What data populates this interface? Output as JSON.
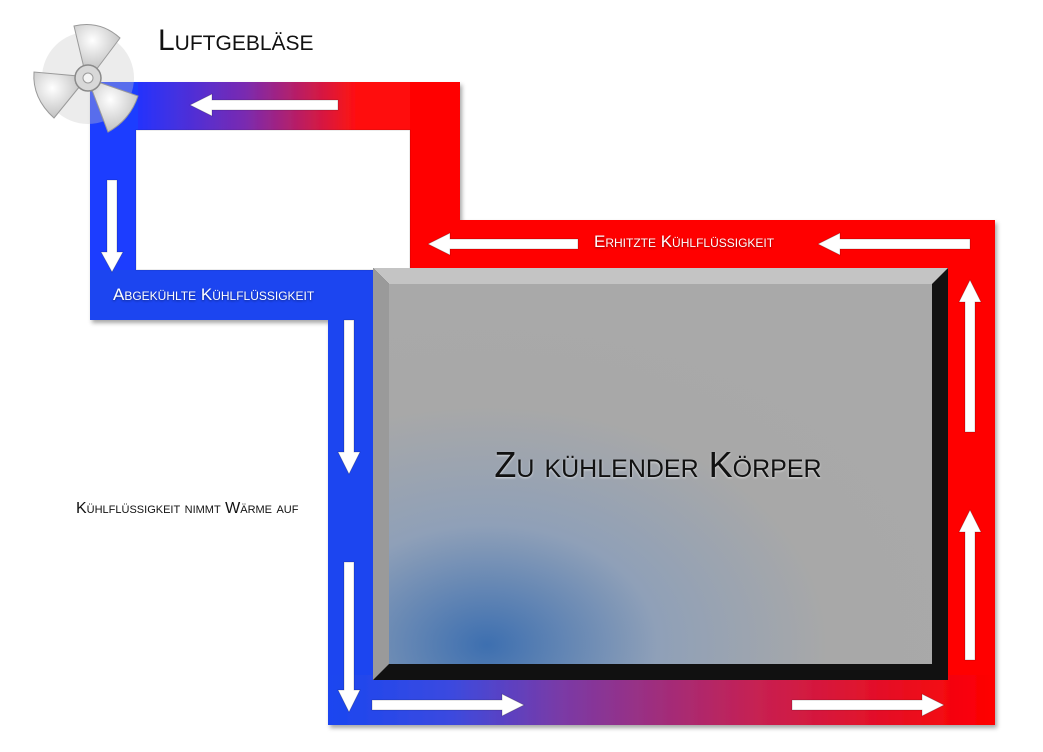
{
  "labels": {
    "fan": "Luftgebläse",
    "heated_coolant": "Erhitzte Kühlflüssigkeit",
    "cooled_coolant": "Abgekühlte Kühlflüssigkeit",
    "absorbs_heat": "Kühlflüssigkeit nimmt Wärme auf",
    "body": "Zu kühlender Körper"
  },
  "colors": {
    "hot": "#ff0000",
    "cold": "#1a3cff",
    "body_gray": "#a9a9a9",
    "arrow": "#ffffff"
  },
  "icons": {
    "fan": "fan-icon"
  }
}
